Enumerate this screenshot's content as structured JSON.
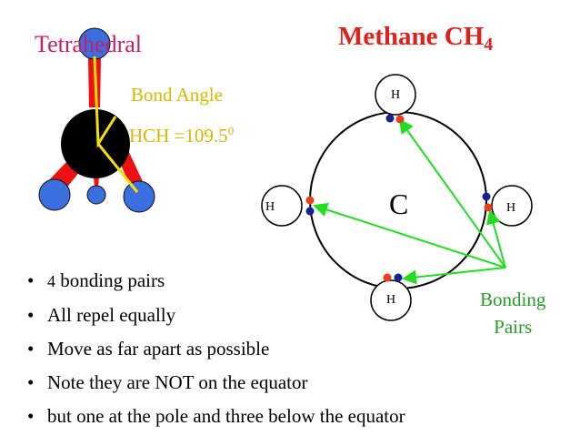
{
  "title_left": "Tetrahedral",
  "title_right": {
    "text": "Methane  CH",
    "subscript": "4"
  },
  "bond_angle": {
    "label": "Bond Angle",
    "value": "HCH =109.5",
    "superscript": "0"
  },
  "center_atom": "C",
  "hydrogen_labels": [
    "H",
    "H",
    "H",
    "H"
  ],
  "bonding_label": {
    "line1": "Bonding",
    "line2": "Pairs"
  },
  "bullets": [
    {
      "marker": "•",
      "number": "4",
      "text": " bonding pairs"
    },
    {
      "marker": "•",
      "text": "All repel equally"
    },
    {
      "marker": "•",
      "text": "Move as far apart as possible"
    },
    {
      "marker": "•",
      "text": "Note they are NOT on the equator"
    },
    {
      "marker": "•",
      "text": "but one at the pole and three below the equator"
    }
  ],
  "colors": {
    "title_left": "#cc1a66",
    "title_right": "#e0201a",
    "bond_angle_text": "#d8b800",
    "bonding_pairs_text": "#2a9a2a",
    "arrow": "#22dd22",
    "electron_red": "#e8401a",
    "electron_blue": "#12238f",
    "carbon_ball": "#000000",
    "hydrogen_ball": "#3a6fe0",
    "bond_red": "#ee1111",
    "angle_line": "#f5e000"
  }
}
